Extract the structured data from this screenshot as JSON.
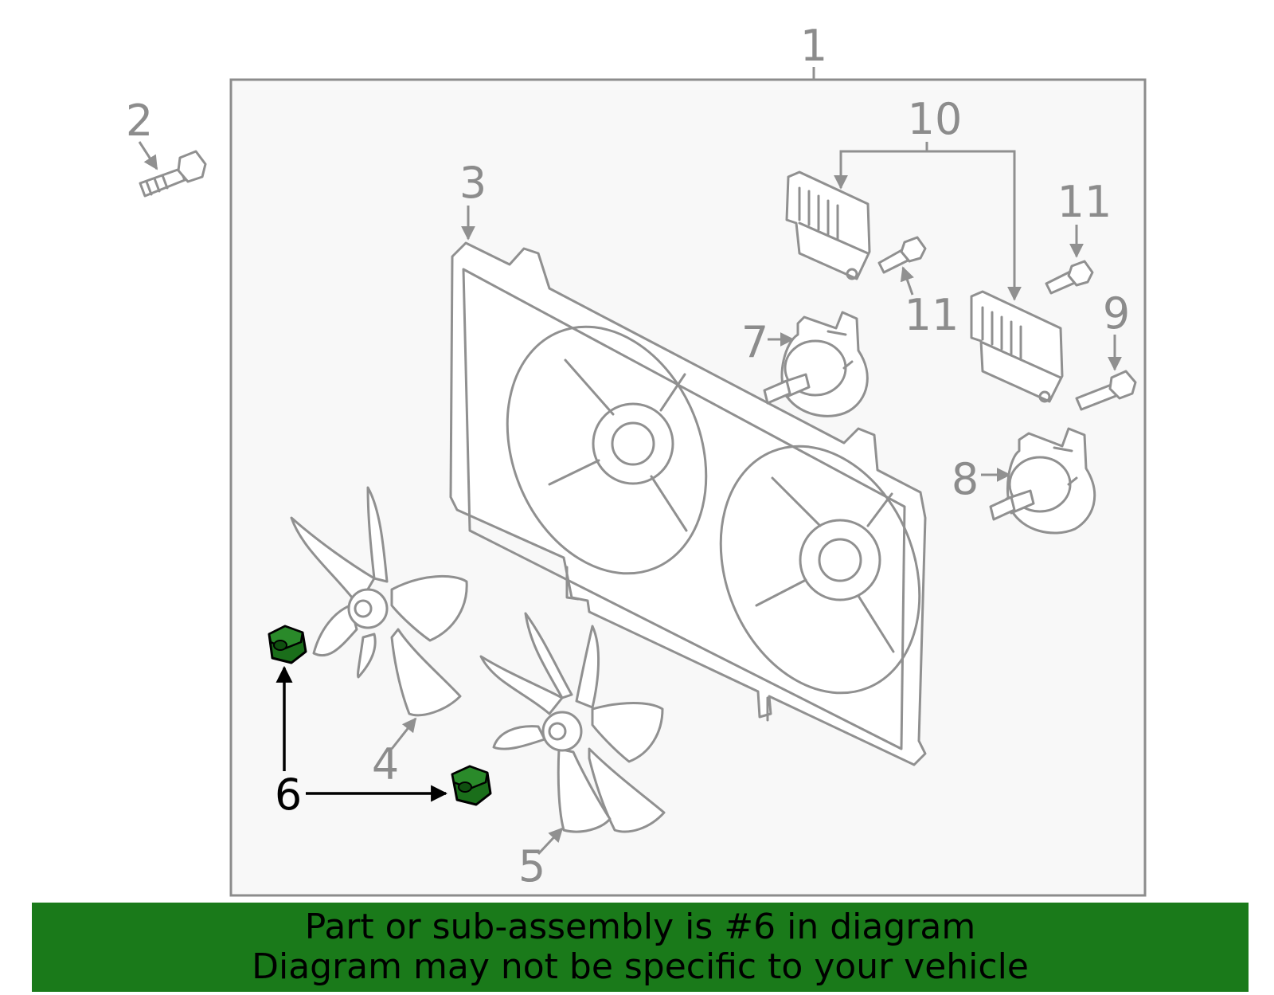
{
  "callouts": {
    "c1": "1",
    "c2": "2",
    "c3": "3",
    "c4": "4",
    "c5": "5",
    "c6": "6",
    "c7": "7",
    "c8": "8",
    "c9": "9",
    "c10": "10",
    "c11a": "11",
    "c11b": "11"
  },
  "highlight": {
    "part_number": "6",
    "color": "#1a6e1a"
  },
  "banner": {
    "line1": "Part or sub-assembly is #6 in diagram",
    "line2": "Diagram may not be specific to your vehicle",
    "background": "#1a7a1a"
  }
}
